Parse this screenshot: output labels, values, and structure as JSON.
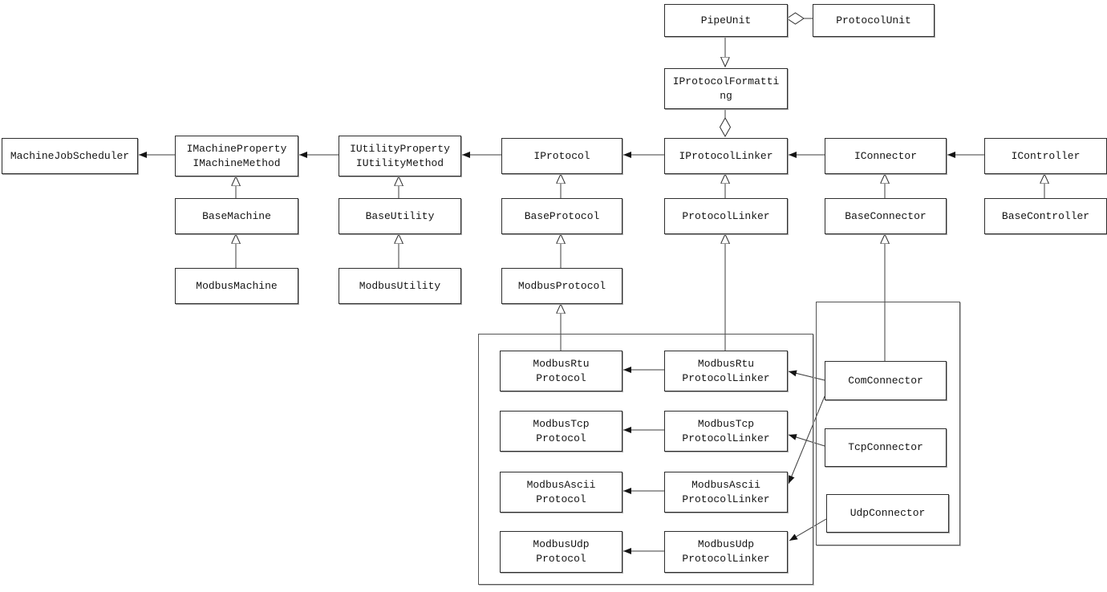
{
  "diagram": {
    "title": "modbus-communication-class-diagram",
    "colors": {
      "background": "#ffffff",
      "line": "#3d3d3d",
      "box_border": "#2e2e2e",
      "box_fill": "#ffffff",
      "arrow_fill": "#141414"
    },
    "nodes": {
      "pipeUnit": {
        "label": "PipeUnit"
      },
      "protocolUnit": {
        "label": "ProtocolUnit"
      },
      "iProtocolFormatting": {
        "line1": "IProtocolFormatti",
        "line2": "ng"
      },
      "machineJobScheduler": {
        "label": "MachineJobScheduler"
      },
      "iMachine": {
        "line1": "IMachineProperty",
        "line2": "IMachineMethod"
      },
      "iUtility": {
        "line1": "IUtilityProperty",
        "line2": "IUtilityMethod"
      },
      "iProtocol": {
        "label": "IProtocol"
      },
      "iProtocolLinker": {
        "label": "IProtocolLinker"
      },
      "iConnector": {
        "label": "IConnector"
      },
      "iController": {
        "label": "IController"
      },
      "baseMachine": {
        "label": "BaseMachine"
      },
      "baseUtility": {
        "label": "BaseUtility"
      },
      "baseProtocol": {
        "label": "BaseProtocol"
      },
      "protocolLinker": {
        "label": "ProtocolLinker"
      },
      "baseConnector": {
        "label": "BaseConnector"
      },
      "baseController": {
        "label": "BaseController"
      },
      "modbusMachine": {
        "label": "ModbusMachine"
      },
      "modbusUtility": {
        "label": "ModbusUtility"
      },
      "modbusProtocol": {
        "label": "ModbusProtocol"
      },
      "modbusRtuProtocol": {
        "line1": "ModbusRtu",
        "line2": "Protocol"
      },
      "modbusRtuProtocolLinker": {
        "line1": "ModbusRtu",
        "line2": "ProtocolLinker"
      },
      "modbusTcpProtocol": {
        "line1": "ModbusTcp",
        "line2": "Protocol"
      },
      "modbusTcpProtocolLinker": {
        "line1": "ModbusTcp",
        "line2": "ProtocolLinker"
      },
      "modbusAsciiProtocol": {
        "line1": "ModbusAscii",
        "line2": "Protocol"
      },
      "modbusAsciiProtocolLinker": {
        "line1": "ModbusAscii",
        "line2": "ProtocolLinker"
      },
      "modbusUdpProtocol": {
        "line1": "ModbusUdp",
        "line2": "Protocol"
      },
      "modbusUdpProtocolLinker": {
        "line1": "ModbusUdp",
        "line2": "ProtocolLinker"
      },
      "comConnector": {
        "label": "ComConnector"
      },
      "tcpConnector": {
        "label": "TcpConnector"
      },
      "udpConnector": {
        "label": "UdpConnector"
      }
    },
    "relationships": [
      {
        "from": "IMachineProperty/IMachineMethod",
        "to": "MachineJobScheduler",
        "type": "filled-arrow"
      },
      {
        "from": "IUtilityProperty/IUtilityMethod",
        "to": "IMachineProperty/IMachineMethod",
        "type": "filled-arrow"
      },
      {
        "from": "IProtocol",
        "to": "IUtilityProperty/IUtilityMethod",
        "type": "filled-arrow"
      },
      {
        "from": "IProtocolLinker",
        "to": "IProtocol",
        "type": "filled-arrow"
      },
      {
        "from": "IConnector",
        "to": "IProtocolLinker",
        "type": "filled-arrow"
      },
      {
        "from": "IController",
        "to": "IConnector",
        "type": "filled-arrow"
      },
      {
        "from": "PipeUnit",
        "to": "ProtocolUnit",
        "type": "aggregation-diamond"
      },
      {
        "from": "PipeUnit",
        "to": "IProtocolFormatting",
        "type": "open-triangle-arrow"
      },
      {
        "from": "IProtocolFormatting",
        "to": "IProtocolLinker",
        "type": "aggregation-diamond"
      },
      {
        "from": "BaseMachine",
        "to": "IMachineProperty/IMachineMethod",
        "type": "generalization"
      },
      {
        "from": "BaseUtility",
        "to": "IUtilityProperty/IUtilityMethod",
        "type": "generalization"
      },
      {
        "from": "BaseProtocol",
        "to": "IProtocol",
        "type": "generalization"
      },
      {
        "from": "ProtocolLinker",
        "to": "IProtocolLinker",
        "type": "generalization"
      },
      {
        "from": "BaseConnector",
        "to": "IConnector",
        "type": "generalization"
      },
      {
        "from": "BaseController",
        "to": "IController",
        "type": "generalization"
      },
      {
        "from": "ModbusMachine",
        "to": "BaseMachine",
        "type": "generalization"
      },
      {
        "from": "ModbusUtility",
        "to": "BaseUtility",
        "type": "generalization"
      },
      {
        "from": "ModbusProtocol",
        "to": "BaseProtocol",
        "type": "generalization"
      },
      {
        "from": "ModbusRtuProtocol",
        "to": "ModbusProtocol",
        "type": "generalization"
      },
      {
        "from": "ModbusRtuProtocolLinker",
        "to": "ProtocolLinker",
        "type": "generalization"
      },
      {
        "from": "ComConnector",
        "to": "BaseConnector",
        "type": "generalization"
      },
      {
        "from": "ModbusRtuProtocolLinker",
        "to": "ModbusRtuProtocol",
        "type": "filled-arrow"
      },
      {
        "from": "ModbusTcpProtocolLinker",
        "to": "ModbusTcpProtocol",
        "type": "filled-arrow"
      },
      {
        "from": "ModbusAsciiProtocolLinker",
        "to": "ModbusAsciiProtocol",
        "type": "filled-arrow"
      },
      {
        "from": "ModbusUdpProtocolLinker",
        "to": "ModbusUdpProtocol",
        "type": "filled-arrow"
      },
      {
        "from": "ComConnector",
        "to": "ModbusRtuProtocolLinker",
        "type": "filled-arrow"
      },
      {
        "from": "ComConnector",
        "to": "ModbusAsciiProtocolLinker",
        "type": "filled-arrow"
      },
      {
        "from": "TcpConnector",
        "to": "ModbusTcpProtocolLinker",
        "type": "filled-arrow"
      },
      {
        "from": "UdpConnector",
        "to": "ModbusUdpProtocolLinker",
        "type": "filled-arrow"
      }
    ]
  }
}
